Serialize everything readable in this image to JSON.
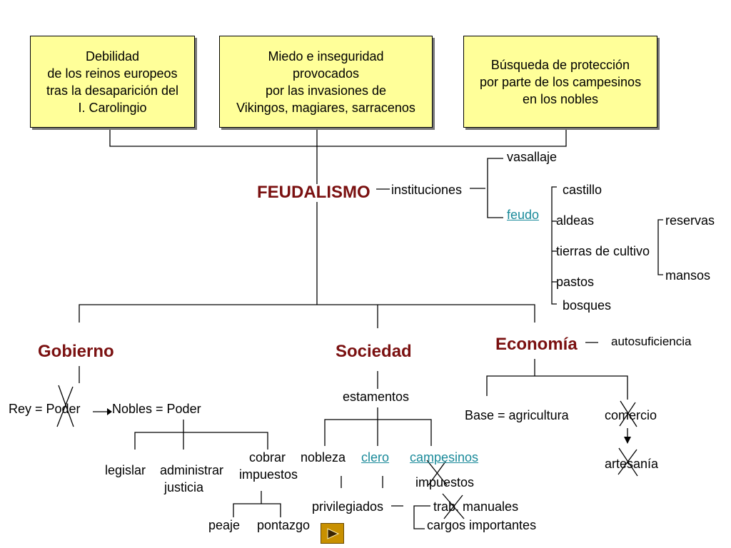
{
  "boxes": {
    "b1": "Debilidad\nde los reinos europeos\ntras la desaparición del\nI. Carolingio",
    "b2": "Miedo e inseguridad\nprovocados\npor las invasiones de\nVikingos, magiares, sarracenos",
    "b3": "Búsqueda de protección\npor parte de los campesinos\nen los nobles"
  },
  "center": "FEUDALISMO",
  "instituciones": "instituciones",
  "vasallaje": "vasallaje",
  "feudo": "feudo",
  "feudo_items": [
    "castillo",
    "aldeas",
    "tierras de cultivo",
    "pastos",
    "bosques"
  ],
  "reservas": "reservas",
  "mansos": "mansos",
  "sections": {
    "gobierno": "Gobierno",
    "sociedad": "Sociedad",
    "economia": "Economía"
  },
  "autosuficiencia": "autosuficiencia",
  "gobierno": {
    "rey": "Rey = Poder",
    "nobles": "Nobles = Poder",
    "legislar": "legislar",
    "administrar": "administrar",
    "justicia": "justicia",
    "cobrar": "cobrar",
    "impuestos": "impuestos",
    "peaje": "peaje",
    "pontazgo": "pontazgo"
  },
  "sociedad": {
    "estamentos": "estamentos",
    "nobleza": "nobleza",
    "clero": "clero",
    "campesinos": "campesinos",
    "impuestos": "impuestos",
    "privilegiados": "privilegiados",
    "trab": "trab. manuales",
    "cargos": "cargos importantes"
  },
  "economia": {
    "base": "Base = agricultura",
    "comercio": "comercio",
    "artesania": "artesanía"
  },
  "icons": {
    "next": "play-next-icon",
    "cross": "cross-out-icon"
  }
}
